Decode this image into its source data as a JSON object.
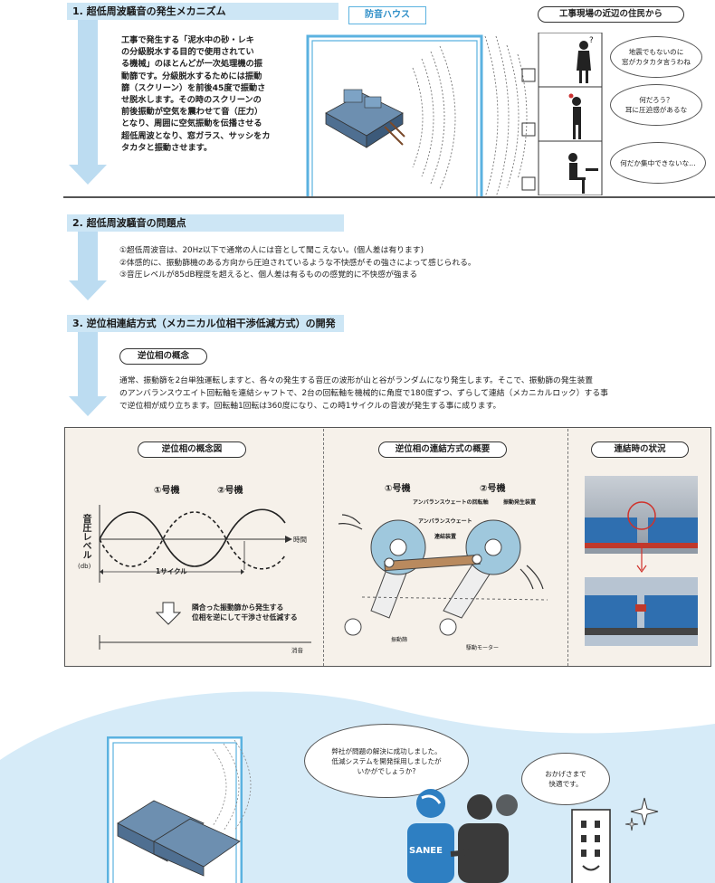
{
  "section1": {
    "header": "1. 超低周波騒音の発生メカニズム",
    "body_lines": [
      "工事で発生する「泥水中の砂・レキ",
      "の分級脱水する目的で使用されてい",
      "る機械」のほとんどが一次処理機の振",
      "動篩です。分級脱水するためには振動",
      "篩（スクリーン）を前後45度で振動さ",
      "せ脱水します。その時のスクリーンの",
      "前後振動が空気を震わせて音（圧力）",
      "となり、周囲に空気振動を伝播させる",
      "超低周波となり、窓ガラス、サッシをカ",
      "タカタと振動させます。"
    ],
    "soundproof_label": "防音ハウス",
    "residents_label": "工事現場の近辺の住民から",
    "bubbles": [
      "地震でもないのに\n窓がカタカタ言うわね",
      "何だろう？\n耳に圧迫感があるな",
      "何だか集中できないな…"
    ],
    "question_mark": "?"
  },
  "section2": {
    "header": "2. 超低周波騒音の問題点",
    "items": [
      "①超低周波音は、20Hz以下で通常の人には音として聞こえない。(個人差は有ります)",
      "②体感的に、振動篩機のある方向から圧迫されているような不快感がその強さによって感じられる。",
      "③音圧レベルが85dB程度を超えると、個人差は有るものの感覚的に不快感が強まる"
    ]
  },
  "section3": {
    "header": "3. 逆位相連結方式（メカニカル位相干渉低減方式）の開発",
    "concept_pill": "逆位相の概念",
    "body_lines": [
      "通常、振動篩を2台単独運転しますと、各々の発生する音圧の波形が山と谷がランダムになり発生します。そこで、振動篩の発生装置",
      "のアンバランスウエイト回転軸を連結シャフトで、2台の回転軸を機械的に角度で180度ずつ、ずらして連結（メカニカルロック）する事",
      "で逆位相が成り立ちます。回転軸1回転は360度になり、この時1サイクルの音波が発生する事に成ります。"
    ]
  },
  "panel1": {
    "title": "逆位相の概念図",
    "machine1": "①号機",
    "machine2": "②号機",
    "y_label": "音圧レベル",
    "y_unit": "(db)",
    "x_label": "時間",
    "cycle_label": "1サイクル",
    "caption_lines": [
      "隣合った振動篩から発生する",
      "位相を逆にして干渉させ低減する"
    ],
    "bottom_label": "消音"
  },
  "panel2": {
    "title": "逆位相の連結方式の概要",
    "machine1": "①号機",
    "machine2": "②号機",
    "labels": {
      "shaft": "アンバランスウェートの回転軸",
      "generator": "振動発生装置",
      "weight": "アンバランスウェート",
      "coupling": "連結装置",
      "screen": "振動篩",
      "motor": "駆動モーター"
    }
  },
  "panel3": {
    "title": "連結時の状況"
  },
  "bottom": {
    "speech1": "弊社が問題の解決に成功しました。\n低減システムを開発採用しましたが\nいかがでしょうか?",
    "speech2": "おかげさまで\n快適です。",
    "logo_text": "SANEE"
  },
  "colors": {
    "header_bg": "#cde6f5",
    "arrow": "#bcdcf1",
    "frame_blue": "#5bb2e0",
    "bottom_bg": "#d6ebf8",
    "panel_bg": "#f6f1ea"
  }
}
